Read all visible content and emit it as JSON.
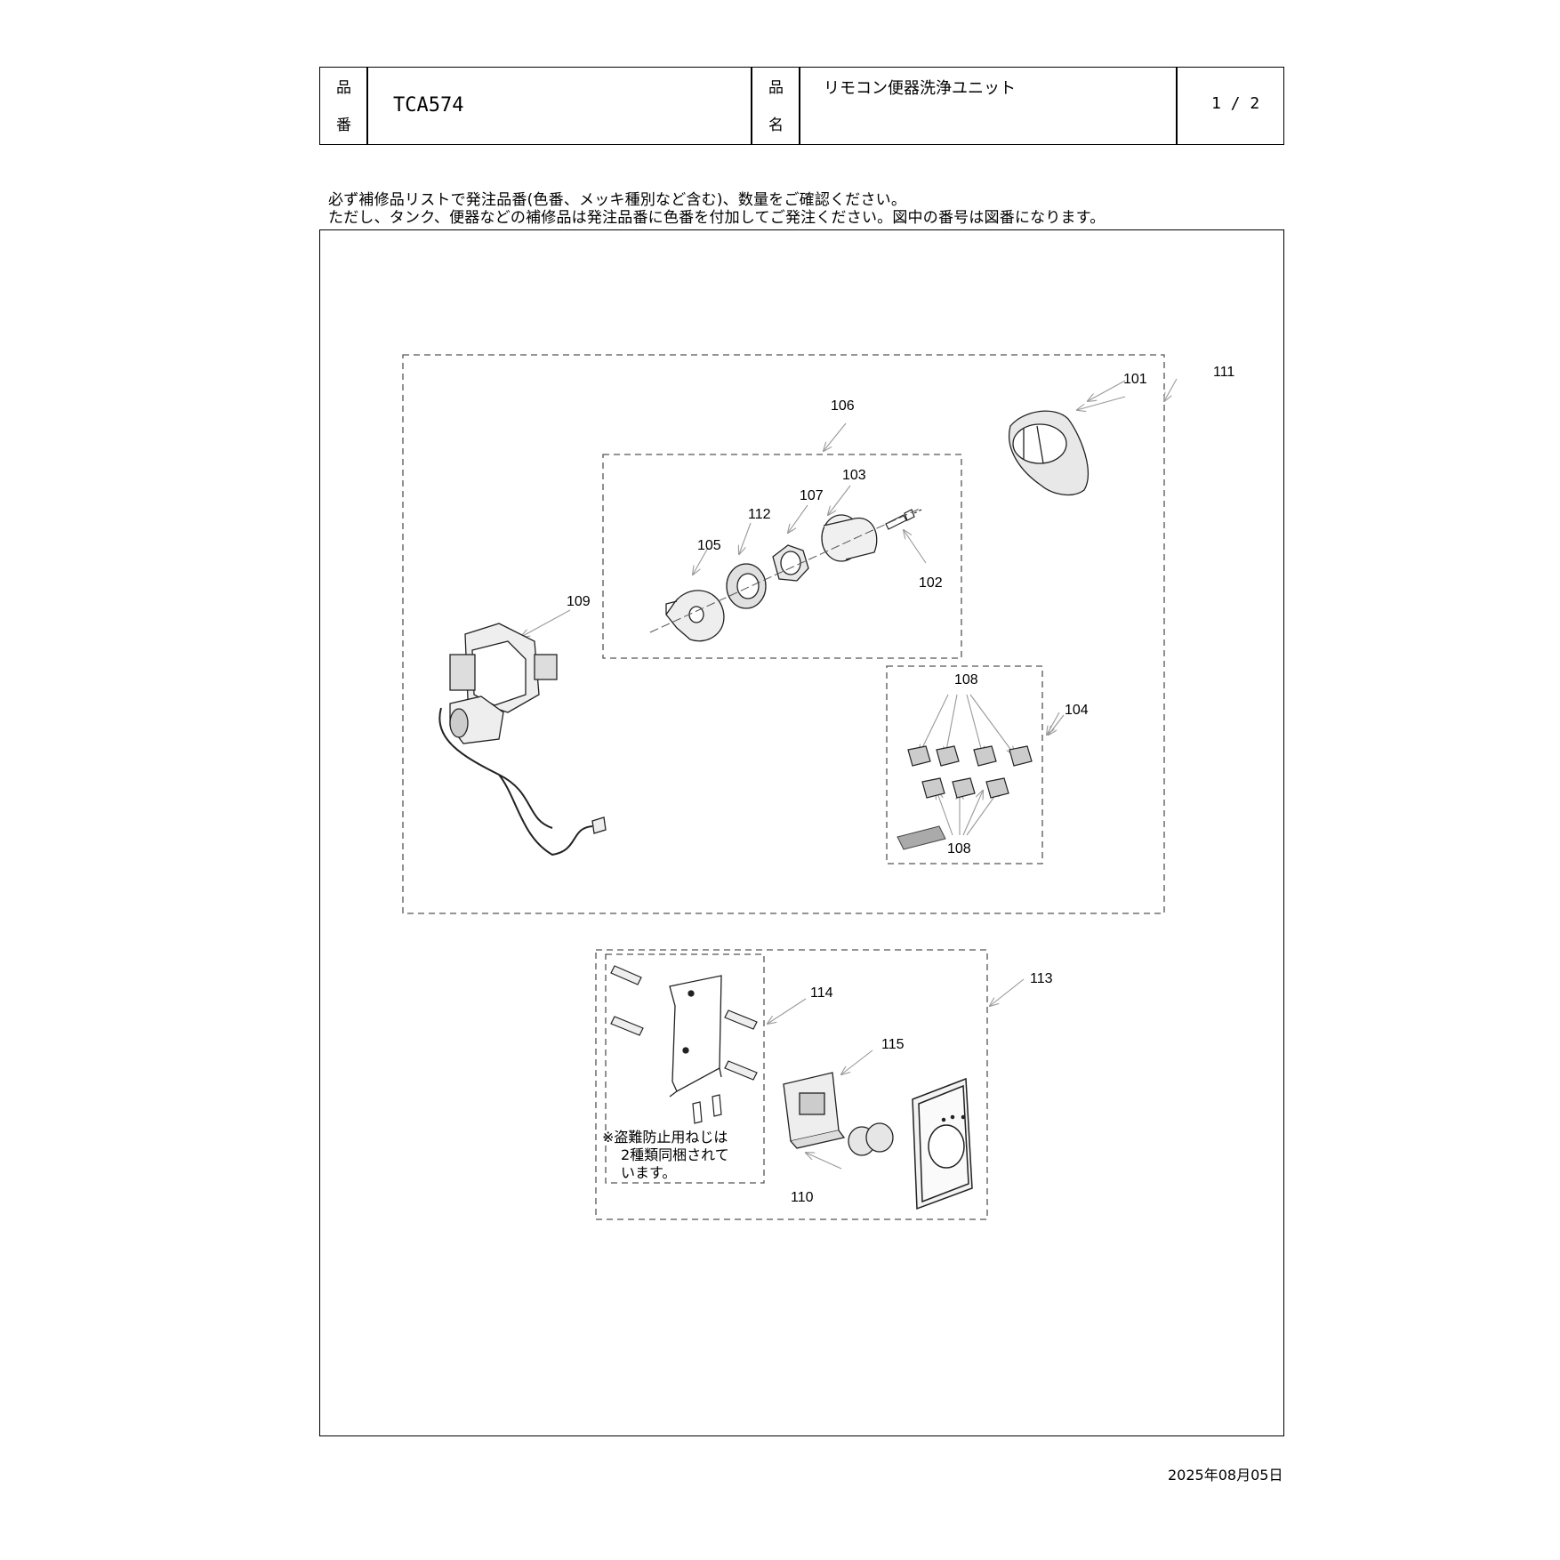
{
  "header": {
    "part_number_label": [
      "品",
      "番"
    ],
    "part_number": "TCA574",
    "part_name_label": [
      "品",
      "名"
    ],
    "part_name": "リモコン便器洗浄ユニット",
    "page": "1 / 2"
  },
  "notes": [
    "必ず補修品リストで発注品番(色番、メッキ種別など含む)、数量をご確認ください。",
    "ただし、タンク、便器などの補修品は発注品番に色番を付加してご発注ください。図中の番号は図番になります。"
  ],
  "diagram": {
    "callouts": {
      "c101": "101",
      "c102": "102",
      "c103": "103",
      "c104": "104",
      "c105": "105",
      "c106": "106",
      "c107": "107",
      "c108a": "108",
      "c108b": "108",
      "c109": "109",
      "c110": "110",
      "c111": "111",
      "c112": "112",
      "c113": "113",
      "c114": "114",
      "c115": "115"
    },
    "anti_theft_note": [
      "※盗難防止用ねじは",
      "2種類同梱されて",
      "います。"
    ]
  },
  "footer": {
    "date": "2025年08月05日"
  }
}
